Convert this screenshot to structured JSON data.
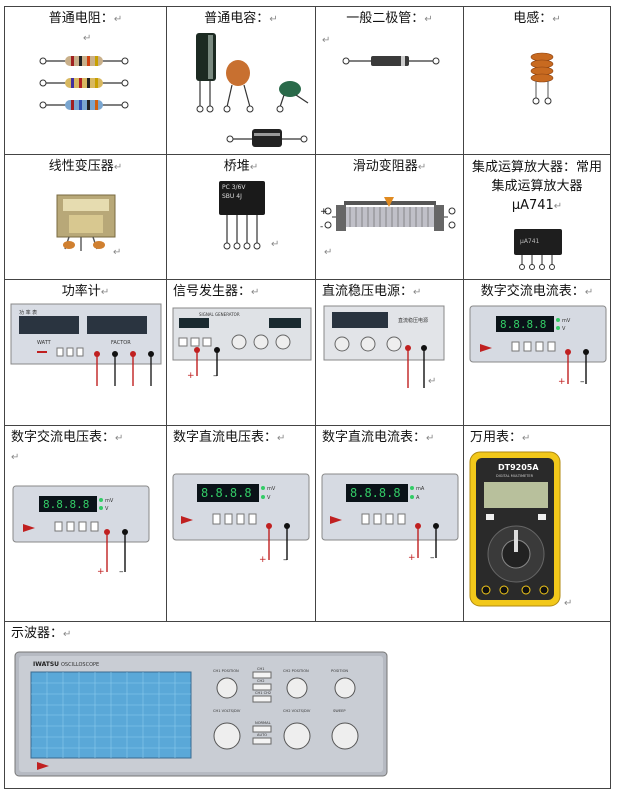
{
  "mark": "↵",
  "cells": {
    "resistor": "普通电阻：",
    "capacitor": "普通电容：",
    "diode": "一般二极管：",
    "inductor": "电感：",
    "transformer": "线性变压器",
    "bridge": "桥堆",
    "rheostat": "滑动变阻器",
    "opamp": "集成运算放大器：常用集成运算放大器μA741",
    "wattmeter": "功率计",
    "signal_gen": "信号发生器：",
    "dc_supply": "直流稳压电源：",
    "ac_ammeter": "数字交流电流表：",
    "ac_voltmeter": "数字交流电压表：",
    "dc_voltmeter": "数字直流电压表：",
    "dc_ammeter": "数字直流电流表：",
    "multimeter": "万用表：",
    "oscilloscope": "示波器："
  },
  "devices": {
    "bridge_text": [
      "PC 3/6V",
      "SBU",
      "4J"
    ],
    "opamp_text": [
      "μA741"
    ],
    "watt_labels": [
      "功 率 表",
      "WATT",
      "FACTOR"
    ],
    "siggen_brand": "SIGNAL GENERATOR",
    "dc_supply_label": "直流稳压电源",
    "meter_digits": "8.8.8.8",
    "units_a": [
      "mA",
      "A"
    ],
    "units_v": [
      "mV",
      "V"
    ],
    "multimeter_brand": "DT9205A",
    "multimeter_sub": "DIGITAL MULTIMETER",
    "scope_brand": "IWATSU",
    "scope_model": "OSCILLOSCOPE",
    "scope_controls": [
      "CH1 POSITION",
      "CH2 POSITION",
      "POSITION",
      "CH1 VOLTS/DIV",
      "CH2 VOLTS/DIV",
      "SWEEP",
      "CH1",
      "CH2",
      "CH1 CH2",
      "NORMAL",
      "AUTO"
    ]
  }
}
